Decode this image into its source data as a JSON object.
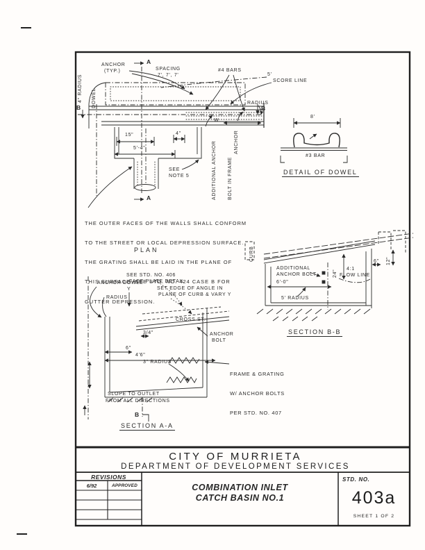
{
  "plan": {
    "title": "PLAN",
    "anchor_typ_1": "ANCHOR",
    "anchor_typ_2": "(TYP.)",
    "section_a_marker": "A",
    "section_b_marker": "B",
    "spacing_1": "SPACING",
    "spacing_2": "7', 7', 7'",
    "bars": "#4 BARS",
    "score_line": "SCORE LINE",
    "five_ft": "5'",
    "radius": "RADIUS",
    "dim_15": "15\"",
    "dim_5_4": "5'-4\"",
    "dim_4": "4\"",
    "dim_w": "W",
    "see_note_1": "SEE",
    "see_note_2": "NOTE 5",
    "added_anchor_1": "ADDITIONAL ANCHOR",
    "added_anchor_2": "BOLT IN FRAME",
    "anchor_vert": "ANCHOR",
    "dowel_vert": "DOWEL",
    "radius_4in_vert": "4\" RADIUS"
  },
  "dowel_detail": {
    "title": "DETAIL OF DOWEL",
    "dim_8ft": "8'",
    "bar": "#3 BAR"
  },
  "notes": [
    "THE OUTER FACES OF THE WALLS SHALL CONFORM",
    "TO THE STREET OR LOCAL DEPRESSION SURFACE.",
    "THE GRATING SHALL BE LAID IN THE PLANE OF",
    "THIS SURFACE. SEE STD. NO. 424 CASE B FOR",
    "GUTTER DEPRESSION."
  ],
  "section_bb": {
    "title": "SECTION B-B",
    "curb_vert": "CURB",
    "added_anchor_1": "ADDITIONAL",
    "added_anchor_2": "ANCHOR BOLT",
    "dim_24_vert": "24\"",
    "slope": "4:1",
    "flow_line": "FLOW LINE",
    "dim_6_0": "6'-0\"",
    "radius_5ft": "5' RADIUS",
    "dim_6": "6\"",
    "dim_12_vert": "12\""
  },
  "section_aa": {
    "title": "SECTION A-A",
    "anchor_dowel": "ANCHOR DOWEL",
    "vary_y": "Y",
    "radius": "RADIUS",
    "face_plate_1": "SEE STD. NO. 406",
    "face_plate_2": "FACE PLATE DETAIL",
    "set_edge_1": "SET EDGE OF ANGLE IN",
    "set_edge_2": "PLANE OF CURB & VARY Y",
    "cross_st": "CROSS ST.",
    "dim_34": "3/4\"",
    "anchor_bolt_1": "ANCHOR",
    "anchor_bolt_2": "BOLT",
    "dim_6": "6\"",
    "dim_4_6": "4'6\"",
    "radius_3in": "3\" RADIUS",
    "slope_note_1": "SLOPE TO OUTLET",
    "slope_note_2": "FROM ALL DIRECTIONS",
    "section_b_marker": "B"
  },
  "frame_note": [
    "FRAME & GRATING",
    "W/ ANCHOR BOLTS",
    "PER STD. NO. 407"
  ],
  "title_block": {
    "city": "CITY OF MURRIETA",
    "department": "DEPARTMENT OF DEVELOPMENT SERVICES",
    "revisions_header": "REVISIONS",
    "revision_date": "6/92",
    "revision_status": "APPROVED",
    "drawing_title_1": "COMBINATION INLET",
    "drawing_title_2": "CATCH BASIN NO.1",
    "std_no_label": "STD. NO.",
    "std_no": "403a",
    "sheet_label": "SHEET 1 OF 2"
  }
}
